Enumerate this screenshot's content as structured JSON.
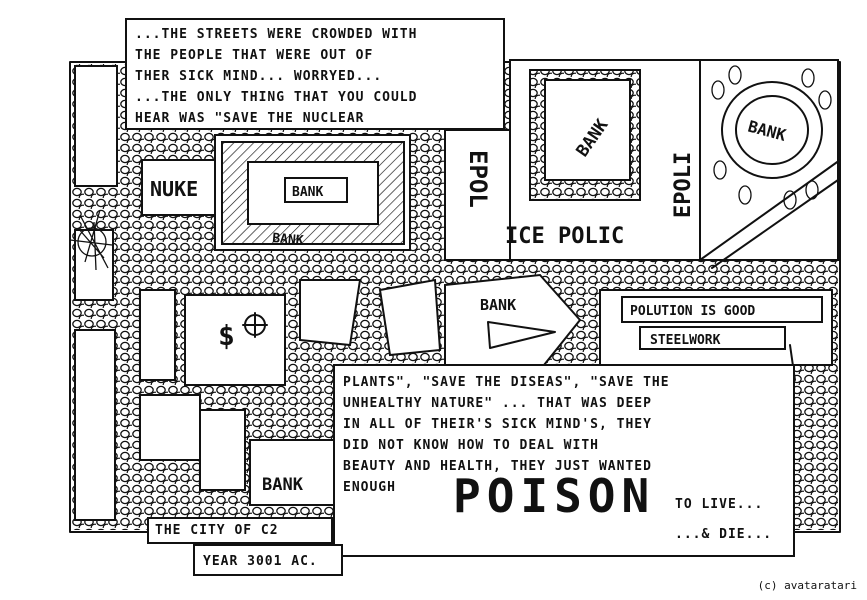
{
  "top_caption": {
    "lines": [
      "...THE STREETS WERE CROWDED WITH",
      "THE PEOPLE THAT WERE OUT OF",
      "THER SICK MIND... WORRYED...",
      "...THE ONLY THING THAT YOU COULD",
      "HEAR WAS \"SAVE THE NUCLEAR"
    ]
  },
  "bottom_caption": {
    "lines": [
      "PLANTS\", \"SAVE THE DISEAS\", \"SAVE THE",
      "UNHEALTHY NATURE\" ... THAT WAS DEEP",
      "IN ALL OF THEIR'S SICK MIND'S, THEY",
      "DID NOT KNOW HOW TO DEAL WITH",
      "BEAUTY AND HEALTH, THEY JUST WANTED",
      "ENOUGH"
    ],
    "poison": "POISON",
    "to_live": "TO LIVE...",
    "and_die": "...& DIE..."
  },
  "map_labels": {
    "nuke": "NUKE",
    "bank_center": "BANK",
    "bank_under": "BANK",
    "bank_square": "BANK",
    "bank_circle": "BANK",
    "bank_triangle": "BANK",
    "bank_bottom": "BANK",
    "police_vertical_left": "EPOL",
    "police_vertical_right": "EPOLI",
    "police_horizontal": "ICE POLIC",
    "dollar": "$",
    "pollution_sign": "POLUTION IS GOOD",
    "steelwork": "STEELWORK"
  },
  "city_label": "THE CITY OF C2",
  "year_label": "YEAR 3001 AC.",
  "copyright": "(c) avataratari"
}
